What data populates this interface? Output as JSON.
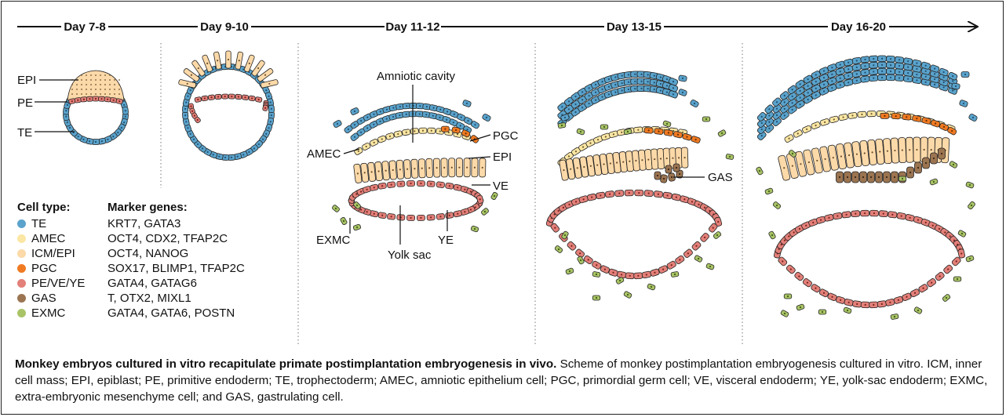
{
  "timeline": {
    "stages": [
      "Day 7-8",
      "Day 9-10",
      "Day 11-12",
      "Day 13-15",
      "Day 16-20"
    ]
  },
  "labels": {
    "epi": "EPI",
    "pe": "PE",
    "te": "TE",
    "amniotic_cavity": "Amniotic cavity",
    "pgc": "PGC",
    "amec": "AMEC",
    "epi2": "EPI",
    "ve": "VE",
    "exmc": "EXMC",
    "ye": "YE",
    "yolk_sac": "Yolk sac",
    "gas": "GAS"
  },
  "legend": {
    "cell_type_header": "Cell type:",
    "marker_header": "Marker genes:",
    "items": [
      {
        "type": "TE",
        "markers": "KRT7, GATA3",
        "color": "#5aa3cc"
      },
      {
        "type": "AMEC",
        "markers": "OCT4, CDX2, TFAP2C",
        "color": "#fbe6a4"
      },
      {
        "type": "ICM/EPI",
        "markers": "OCT4, NANOG",
        "color": "#fcd9a8"
      },
      {
        "type": "PGC",
        "markers": "SOX17, BLIMP1, TFAP2C",
        "color": "#ef7a22"
      },
      {
        "type": "PE/VE/YE",
        "markers": "GATA4, GATAG6",
        "color": "#e28079"
      },
      {
        "type": "GAS",
        "markers": "T, OTX2, MIXL1",
        "color": "#9b7451"
      },
      {
        "type": "EXMC",
        "markers": "GATA4, GATA6, POSTN",
        "color": "#a9c467"
      }
    ]
  },
  "caption": {
    "title": "Monkey embryos cultured in vitro recapitulate primate postimplantation embryogenesis in vivo.",
    "body": " Scheme of monkey postimplantation embryogenesis cultured in vitro. ICM, inner cell mass; EPI, epiblast; PE, primitive endoderm; TE, trophectoderm; AMEC, amniotic epithelium cell; PGC, primordial germ cell; VE, visceral endoderm; YE, yolk-sac endoderm; EXMC, extra-embryonic mesenchyme cell; and GAS, gastrulating cell."
  }
}
